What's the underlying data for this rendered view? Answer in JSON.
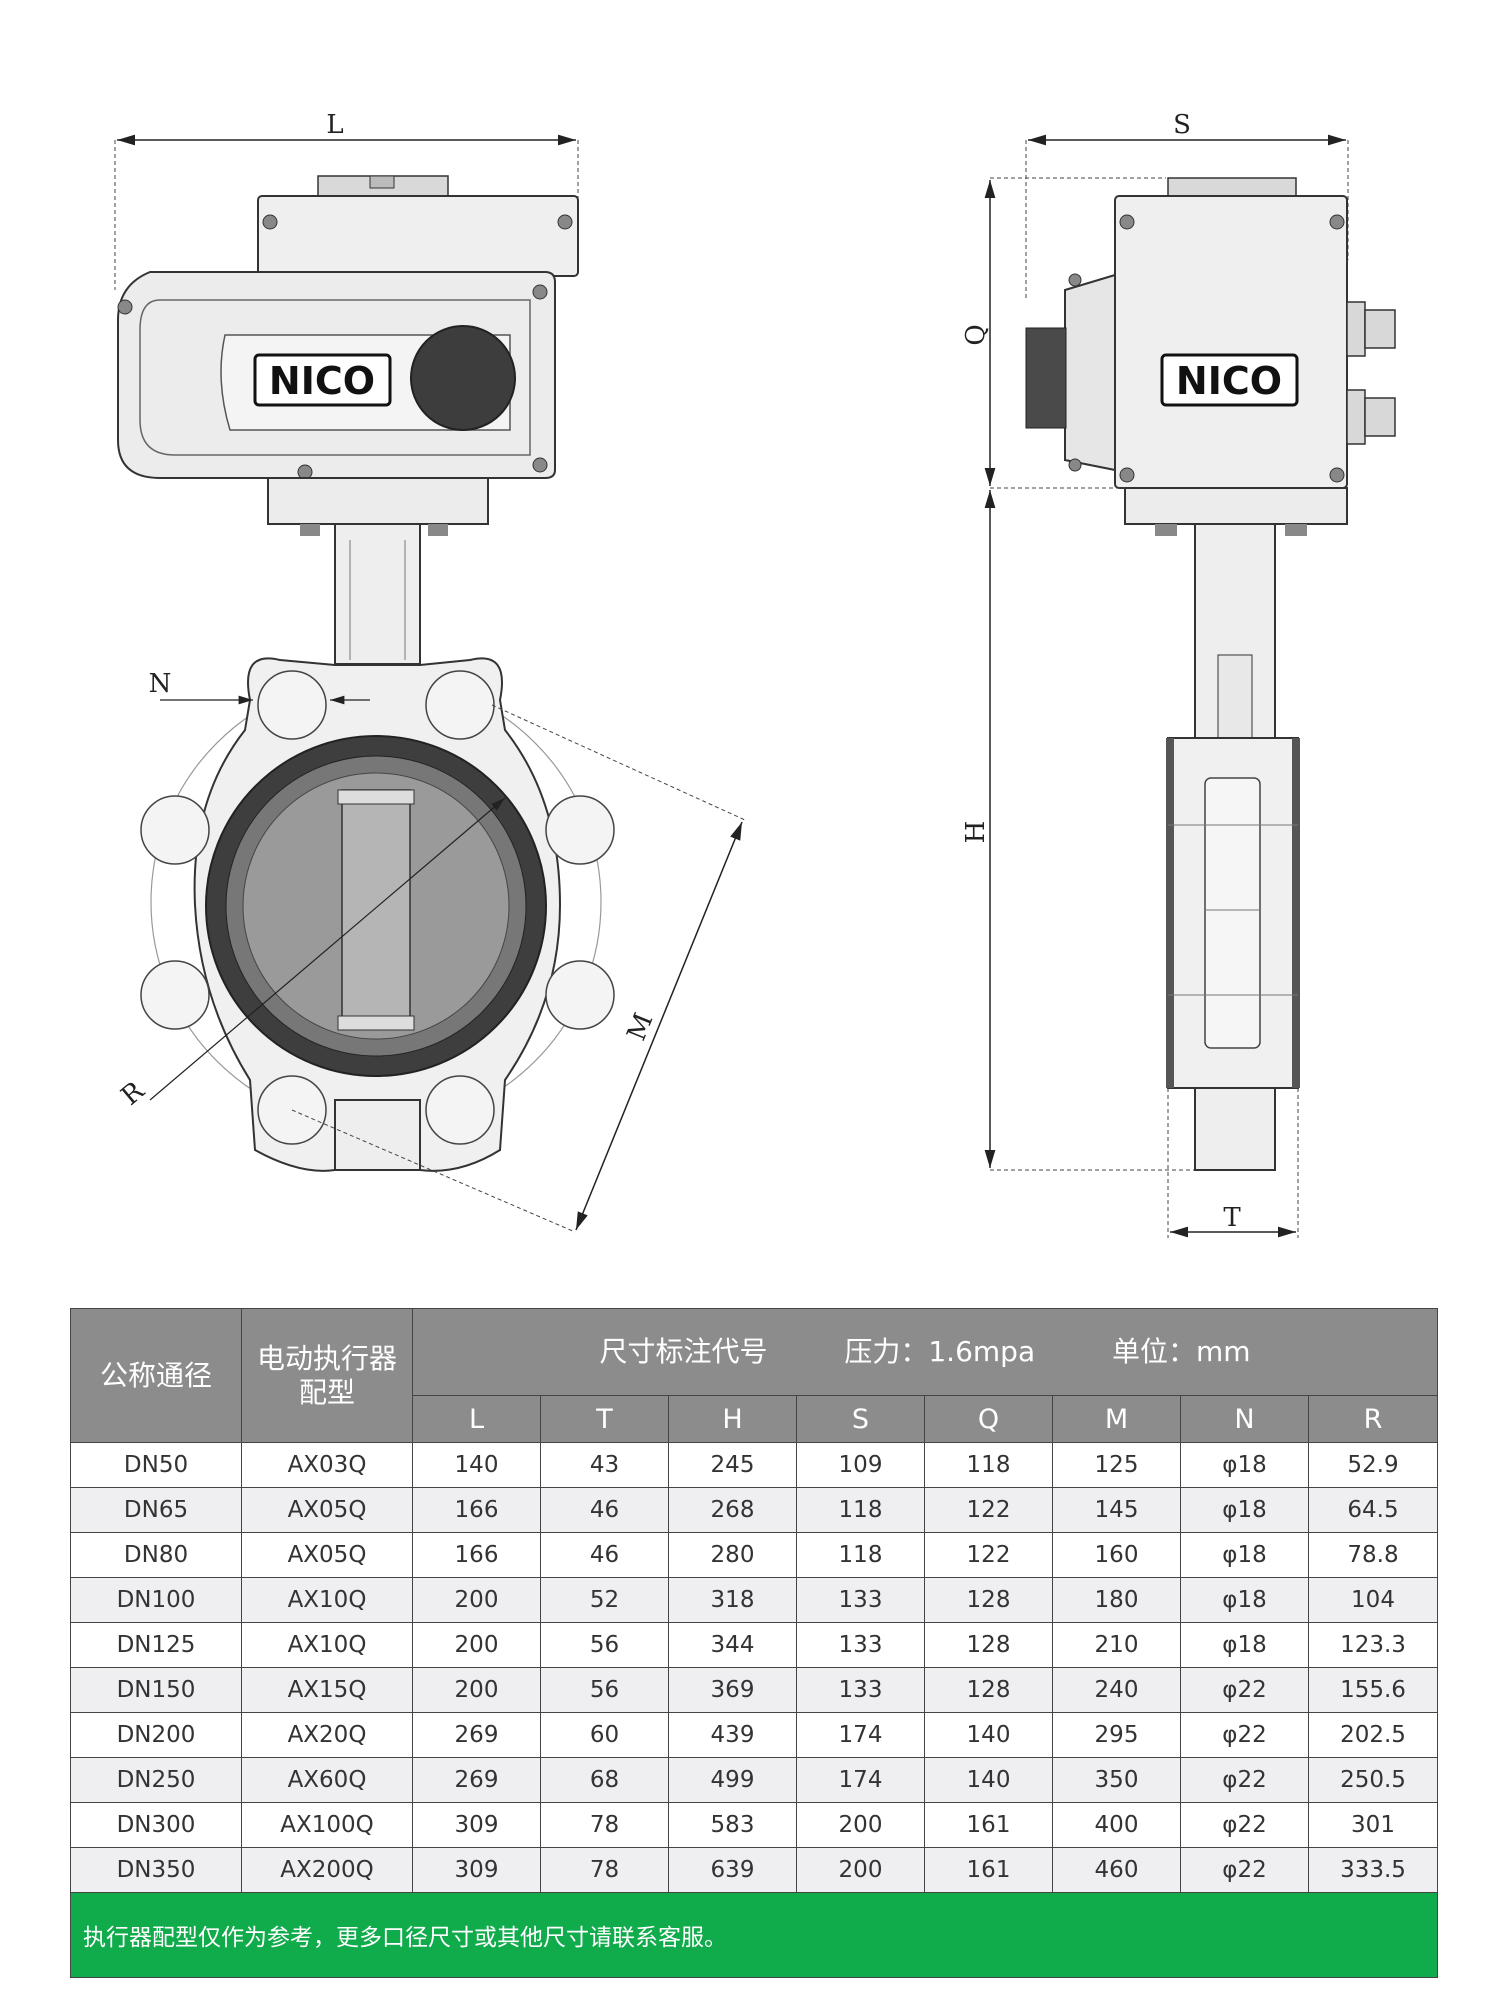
{
  "drawing": {
    "front_view": {
      "logo": "NICO",
      "dim_labels": {
        "L": "L",
        "N": "N",
        "R": "R",
        "M": "M"
      }
    },
    "side_view": {
      "logo": "NICO",
      "dim_labels": {
        "S": "S",
        "Q": "Q",
        "H": "H",
        "T": "T"
      }
    }
  },
  "table": {
    "header": {
      "nominal_diameter": "公称通径",
      "actuator_model_line1": "电动执行器",
      "actuator_model_line2": "配型",
      "dimension_code": "尺寸标注代号",
      "pressure": "压力：1.6mpa",
      "unit": "单位：mm"
    },
    "columns": [
      "L",
      "T",
      "H",
      "S",
      "Q",
      "M",
      "N",
      "R"
    ],
    "rows": [
      {
        "dn": "DN50",
        "model": "AX03Q",
        "L": "140",
        "T": "43",
        "H": "245",
        "S": "109",
        "Q": "118",
        "M": "125",
        "N": "φ18",
        "R": "52.9"
      },
      {
        "dn": "DN65",
        "model": "AX05Q",
        "L": "166",
        "T": "46",
        "H": "268",
        "S": "118",
        "Q": "122",
        "M": "145",
        "N": "φ18",
        "R": "64.5"
      },
      {
        "dn": "DN80",
        "model": "AX05Q",
        "L": "166",
        "T": "46",
        "H": "280",
        "S": "118",
        "Q": "122",
        "M": "160",
        "N": "φ18",
        "R": "78.8"
      },
      {
        "dn": "DN100",
        "model": "AX10Q",
        "L": "200",
        "T": "52",
        "H": "318",
        "S": "133",
        "Q": "128",
        "M": "180",
        "N": "φ18",
        "R": "104"
      },
      {
        "dn": "DN125",
        "model": "AX10Q",
        "L": "200",
        "T": "56",
        "H": "344",
        "S": "133",
        "Q": "128",
        "M": "210",
        "N": "φ18",
        "R": "123.3"
      },
      {
        "dn": "DN150",
        "model": "AX15Q",
        "L": "200",
        "T": "56",
        "H": "369",
        "S": "133",
        "Q": "128",
        "M": "240",
        "N": "φ22",
        "R": "155.6"
      },
      {
        "dn": "DN200",
        "model": "AX20Q",
        "L": "269",
        "T": "60",
        "H": "439",
        "S": "174",
        "Q": "140",
        "M": "295",
        "N": "φ22",
        "R": "202.5"
      },
      {
        "dn": "DN250",
        "model": "AX60Q",
        "L": "269",
        "T": "68",
        "H": "499",
        "S": "174",
        "Q": "140",
        "M": "350",
        "N": "φ22",
        "R": "250.5"
      },
      {
        "dn": "DN300",
        "model": "AX100Q",
        "L": "309",
        "T": "78",
        "H": "583",
        "S": "200",
        "Q": "161",
        "M": "400",
        "N": "φ22",
        "R": "301"
      },
      {
        "dn": "DN350",
        "model": "AX200Q",
        "L": "309",
        "T": "78",
        "H": "639",
        "S": "200",
        "Q": "161",
        "M": "460",
        "N": "φ22",
        "R": "333.5"
      }
    ],
    "note": "执行器配型仅作为参考，更多口径尺寸或其他尺寸请联系客服。"
  },
  "colors": {
    "header_bg": "#8c8c8c",
    "note_bg": "#10ab4b",
    "alt_row_bg": "#efeff2"
  }
}
